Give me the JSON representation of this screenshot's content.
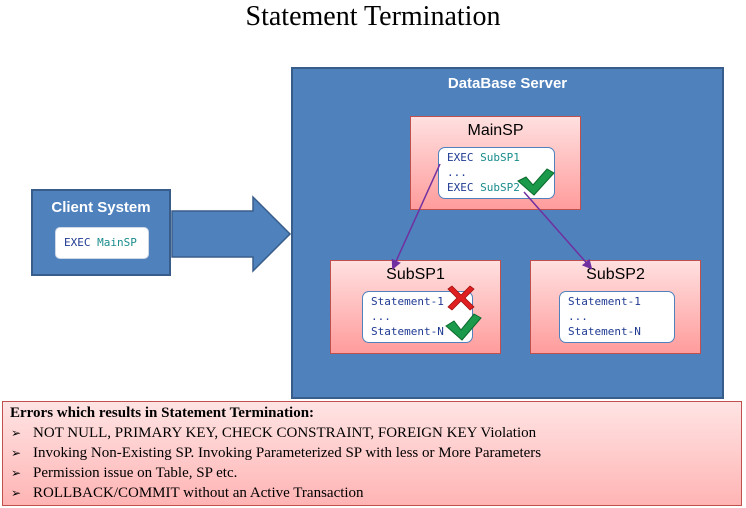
{
  "title": "Statement Termination",
  "server": {
    "label": "DataBase Server"
  },
  "client": {
    "label": "Client System",
    "code_keyword": "EXEC",
    "code_target": "MainSP"
  },
  "main_sp": {
    "label": "MainSP",
    "lines": [
      {
        "keyword": "EXEC",
        "target": "SubSP1"
      },
      {
        "keyword": "...",
        "target": ""
      },
      {
        "keyword": "EXEC",
        "target": "SubSP2"
      }
    ]
  },
  "sub_sp1": {
    "label": "SubSP1",
    "lines": [
      "Statement-1",
      "...",
      "Statement-N"
    ]
  },
  "sub_sp2": {
    "label": "SubSP2",
    "lines": [
      "Statement-1",
      "...",
      "Statement-N"
    ]
  },
  "errors": {
    "title": "Errors which results in Statement Termination:",
    "items": [
      "NOT NULL, PRIMARY KEY,  CHECK CONSTRAINT, FOREIGN KEY Violation",
      "Invoking Non-Existing SP. Invoking Parameterized SP with less or More Parameters",
      "Permission issue on Table, SP etc.",
      "ROLLBACK/COMMIT without an Active Transaction"
    ]
  },
  "colors": {
    "box_blue": "#4f81bd",
    "sp_pink": "#ff9c9c",
    "arrow_purple": "#7030a0",
    "check_green": "#1a9a4a",
    "cross_red": "#e02020"
  }
}
